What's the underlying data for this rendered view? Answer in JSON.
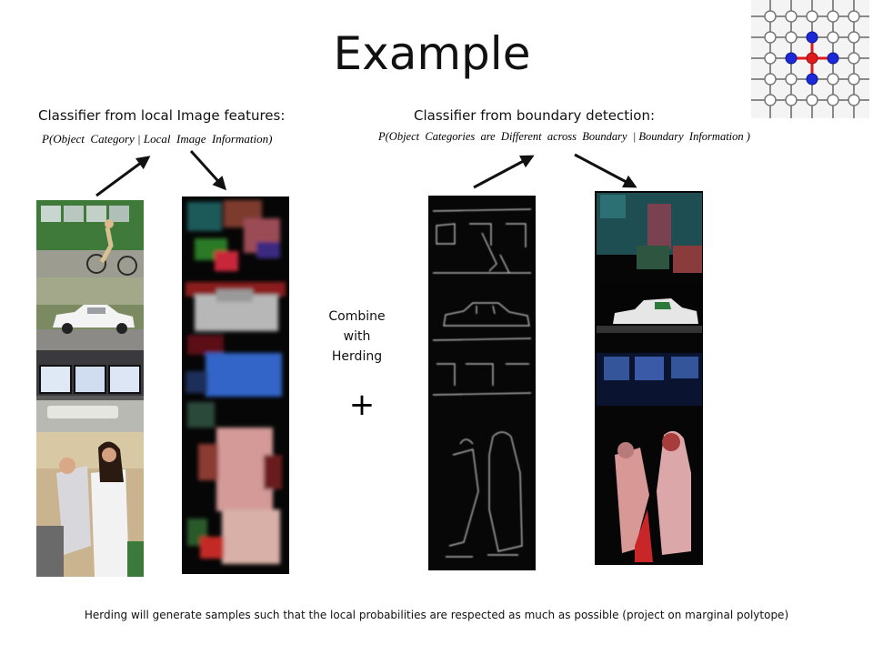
{
  "slide": {
    "title": "Example",
    "left_heading": "Classifier from local Image features:",
    "left_formula": "P(Object  Category | Local  Image  Information)",
    "right_heading": "Classifier from boundary detection:",
    "right_formula": "P(Object  Categories  are  Different  across  Boundary  | Boundary  Information )",
    "combine_lines": [
      "Combine",
      "with",
      "Herding"
    ],
    "plus_symbol": "+",
    "footnote": "Herding will generate samples such that the local probabilities are respected as much as possible (project on marginal polytope)"
  },
  "colors": {
    "arrow": "#111111",
    "grid_node_blue": "#1b2ad6",
    "grid_node_red": "#e0191b",
    "grid_edge_red": "#e0191b",
    "grid_line": "#8a8a8a"
  },
  "images": {
    "photo_strip": [
      "street-bus-cyclist-photo",
      "white-car-photo",
      "computer-monitors-photo",
      "two-people-photo"
    ],
    "local_segmentation": "noisy-segmentation-strip",
    "boundary_map": "boundary-edge-map-strip",
    "herded_segmentation": "clean-segmentation-strip"
  }
}
